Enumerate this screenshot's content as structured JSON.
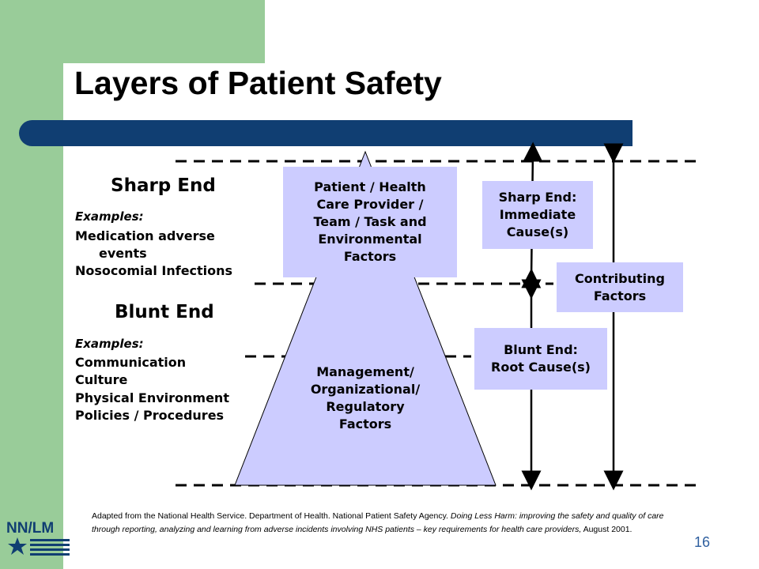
{
  "slide": {
    "title": "Layers of Patient Safety",
    "page_number": "16"
  },
  "left": {
    "sharp_heading": "Sharp End",
    "sharp_examples_label": "Examples:",
    "sharp_examples": [
      "Medication adverse",
      "events",
      "Nosocomial Infections"
    ],
    "blunt_heading": "Blunt End",
    "blunt_examples_label": "Examples:",
    "blunt_examples": [
      "Communication",
      "Culture",
      "Physical Environment",
      "Policies / Procedures"
    ]
  },
  "diagram": {
    "top_box": "Patient / Health\nCare Provider /\nTeam / Task and\nEnvironmental\nFactors",
    "pyramid_label": "Management/\nOrganizational/\nRegulatory\nFactors",
    "sharp_cause": "Sharp End:\nImmediate\nCause(s)",
    "blunt_cause": "Blunt End:\nRoot Cause(s)",
    "contributing": "Contributing\nFactors"
  },
  "citation": {
    "plain": "Adapted from the National Health Service.  Department of Health.  National Patient Safety Agency. ",
    "italic": "Doing Less Harm: improving the safety and quality of care through reporting, analyzing and learning from adverse incidents involving NHS patients – key requirements for health care providers,",
    "date": " August 2001."
  },
  "logo": {
    "text": "NN/LM",
    "icon": "star-icon"
  },
  "colors": {
    "sidebar": "#99cc99",
    "title_bar": "#103e72",
    "box_fill": "#ccccff",
    "page_number": "#2f5f9f"
  }
}
